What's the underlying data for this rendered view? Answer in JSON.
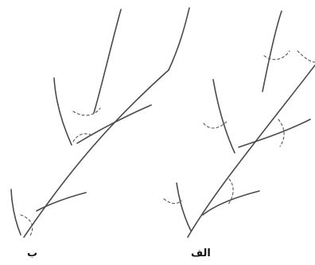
{
  "figure": {
    "panels": [
      {
        "id": "b",
        "label": "ب"
      },
      {
        "id": "alef",
        "label": "الف"
      }
    ],
    "colors": {
      "line": "#4a4a4a",
      "dashed": "#555555",
      "background": "#ffffff"
    }
  }
}
